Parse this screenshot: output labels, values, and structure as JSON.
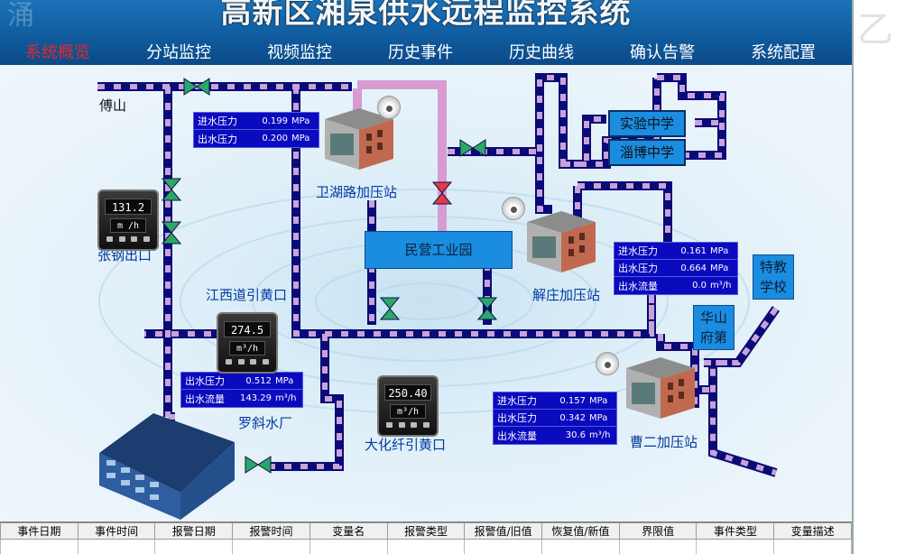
{
  "header": {
    "title": "高新区湘泉供水远程监控系统"
  },
  "nav": [
    {
      "label": "系统概览",
      "active": true
    },
    {
      "label": "分站监控",
      "active": false
    },
    {
      "label": "视频监控",
      "active": false
    },
    {
      "label": "历史事件",
      "active": false
    },
    {
      "label": "历史曲线",
      "active": false
    },
    {
      "label": "确认告警",
      "active": false
    },
    {
      "label": "系统配置",
      "active": false
    }
  ],
  "map": {
    "place_fushan": "傅山",
    "station_weihu": "卫湖路加压站",
    "station_xiezhuang": "解庄加压站",
    "station_caoer": "曹二加压站",
    "zhanggang": "张钢出口",
    "jiangxidao": "江西道引黄口",
    "luoxie": "罗斜水厂",
    "dahuaxian": "大化纤引黄口",
    "minying": "民营工业园",
    "shiyan": "实验中学",
    "zibo": "淄博中学",
    "tejiao": "特教学校",
    "huashan": "华山府第"
  },
  "meters": {
    "zhanggang": {
      "value": "131.2",
      "unit": "m /h"
    },
    "jiangxidao": {
      "value": "274.5",
      "unit": "m³/h"
    },
    "dahuaxian": {
      "value": "250.40",
      "unit": "m³/h"
    }
  },
  "data_boxes": {
    "weihu": [
      {
        "key": "进水压力",
        "value": "0.199",
        "unit": "MPa"
      },
      {
        "key": "出水压力",
        "value": "0.200",
        "unit": "MPa"
      }
    ],
    "luoxie": [
      {
        "key": "出水压力",
        "value": "0.512",
        "unit": "MPa"
      },
      {
        "key": "出水流量",
        "value": "143.29",
        "unit": "m³/h"
      }
    ],
    "xiezhuang": [
      {
        "key": "进水压力",
        "value": "0.161",
        "unit": "MPa"
      },
      {
        "key": "出水压力",
        "value": "0.664",
        "unit": "MPa"
      },
      {
        "key": "出水流量",
        "value": "0.0",
        "unit": "m³/h"
      }
    ],
    "caoer": [
      {
        "key": "进水压力",
        "value": "0.157",
        "unit": "MPa"
      },
      {
        "key": "出水压力",
        "value": "0.342",
        "unit": "MPa"
      },
      {
        "key": "出水流量",
        "value": "30.6",
        "unit": "m³/h"
      }
    ]
  },
  "alarm_table": {
    "columns": [
      "事件日期",
      "事件时间",
      "报警日期",
      "报警时间",
      "变量名",
      "报警类型",
      "报警值/旧值",
      "恢复值/新值",
      "界限值",
      "事件类型",
      "变量描述"
    ]
  },
  "colors": {
    "pipe_main": "#0a0a78",
    "pipe_dash": "#c9a3d6",
    "valve_green": "#2aa86a",
    "valve_red": "#e03a4a",
    "nav_active": "#e8262a"
  }
}
